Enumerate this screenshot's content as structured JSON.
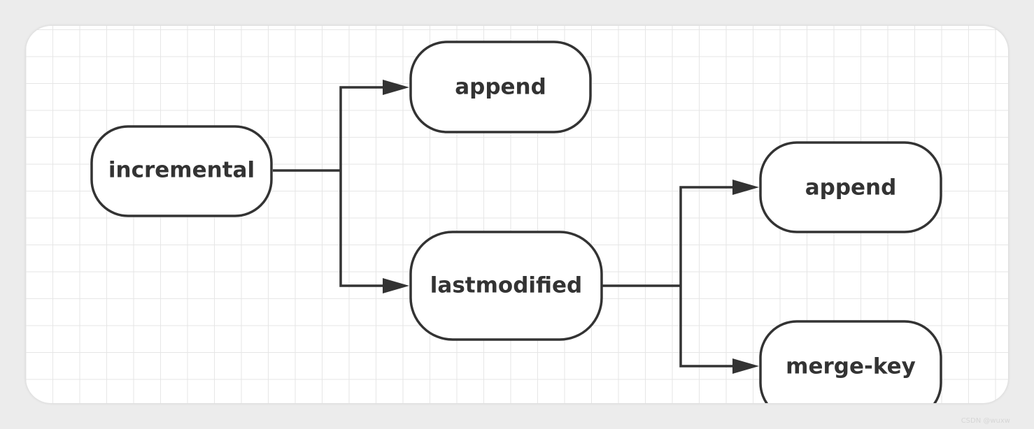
{
  "diagram": {
    "nodes": {
      "incremental": "incremental",
      "append_top": "append",
      "lastmodified": "lastmodified",
      "append_right": "append",
      "merge_key": "merge-key"
    }
  },
  "watermark": "CSDN @wuxw",
  "colors": {
    "stroke": "#333333",
    "grid": "#e6e6e6",
    "background": "#ffffff"
  }
}
